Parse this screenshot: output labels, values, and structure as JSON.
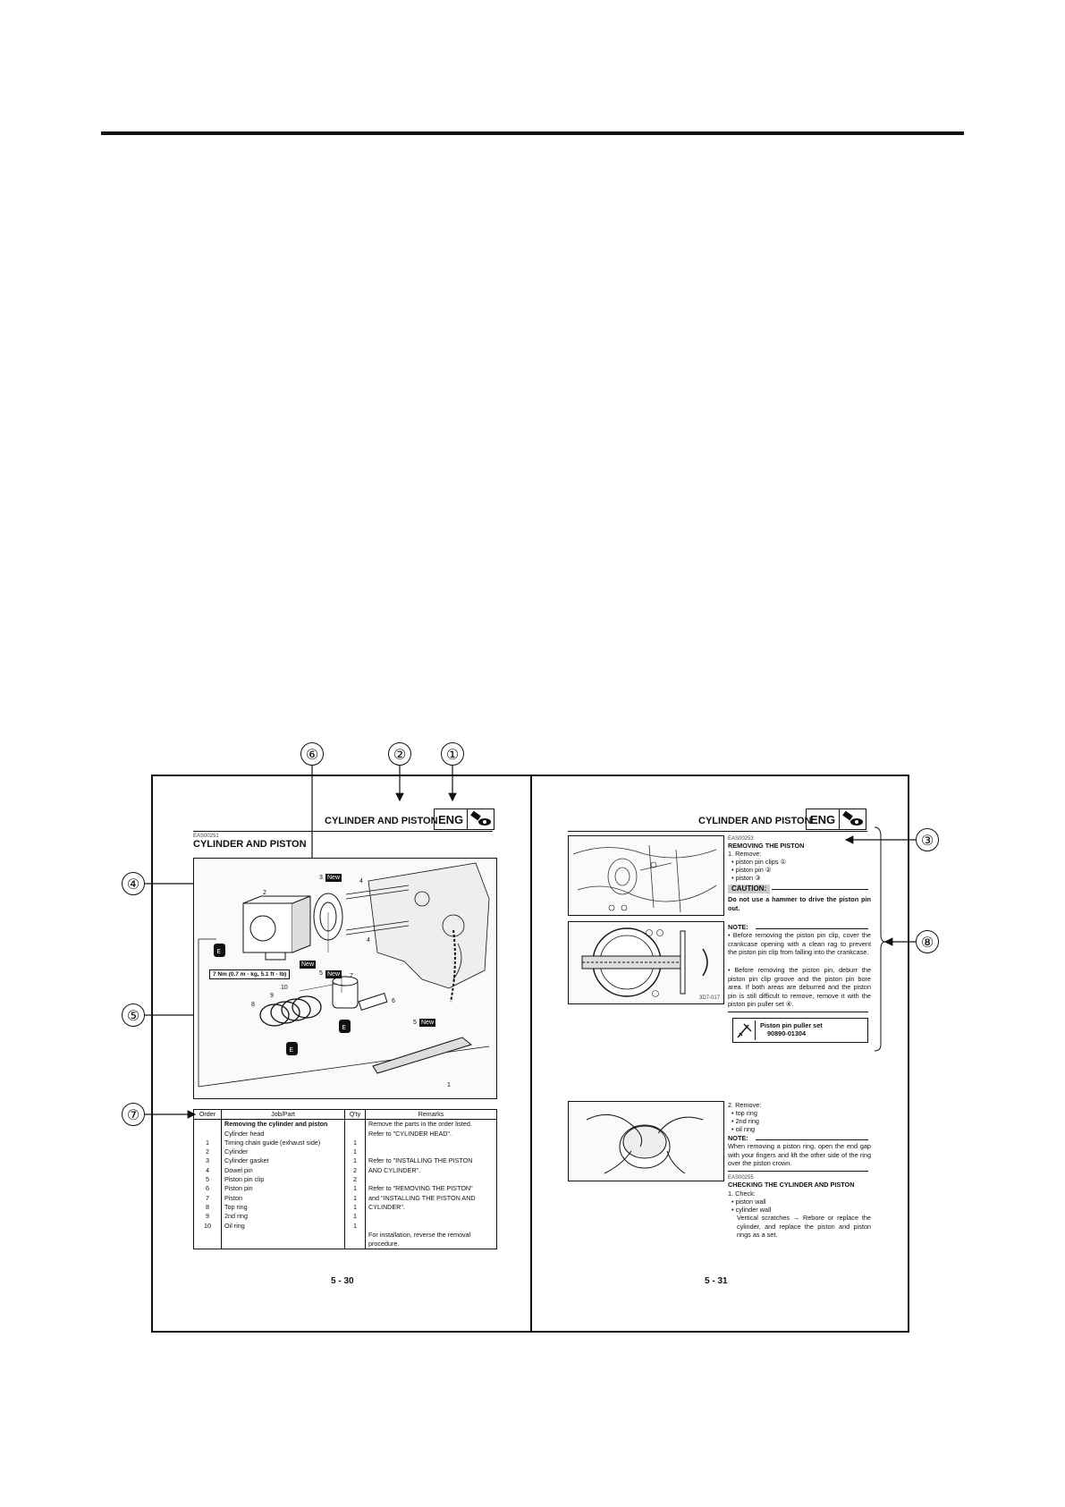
{
  "callouts": {
    "c1": "①",
    "c2": "②",
    "c3": "③",
    "c4": "④",
    "c5": "⑤",
    "c6": "⑥",
    "c7": "⑦",
    "c8": "⑧"
  },
  "left_page": {
    "header_title": "CYLINDER AND PISTON",
    "eng_label": "ENG",
    "code": "EAS00251",
    "section_title": "CYLINDER AND PISTON",
    "diagram": {
      "part_labels": [
        "1",
        "2",
        "3",
        "4",
        "4",
        "5",
        "5",
        "6",
        "7",
        "8",
        "9",
        "10"
      ],
      "new_tag": "New",
      "torque_spec": "7 Nm (0.7 m - kg, 5.1 ft - lb)",
      "oil_mark": "E"
    },
    "table": {
      "headers": [
        "Order",
        "Job/Part",
        "Q'ty",
        "Remarks"
      ],
      "rows": [
        {
          "order": "",
          "job": "Removing the cylinder and piston",
          "qty": "",
          "remarks": "Remove the parts in the order listed.",
          "bold": true
        },
        {
          "order": "",
          "job": "Cylinder head",
          "qty": "",
          "remarks": "Refer to \"CYLINDER HEAD\"."
        },
        {
          "order": "1",
          "job": "Timing chain guide (exhaust side)",
          "qty": "1",
          "remarks": ""
        },
        {
          "order": "2",
          "job": "Cylinder",
          "qty": "1",
          "remarks": ""
        },
        {
          "order": "3",
          "job": "Cylinder gasket",
          "qty": "1",
          "remarks": "Refer to \"INSTALLING THE PISTON"
        },
        {
          "order": "4",
          "job": "Dowel pin",
          "qty": "2",
          "remarks": "AND CYLINDER\"."
        },
        {
          "order": "5",
          "job": "Piston pin clip",
          "qty": "2",
          "remarks": ""
        },
        {
          "order": "6",
          "job": "Piston pin",
          "qty": "1",
          "remarks": "Refer to \"REMOVING THE PISTON\""
        },
        {
          "order": "7",
          "job": "Piston",
          "qty": "1",
          "remarks": "and \"INSTALLING THE PISTON AND"
        },
        {
          "order": "8",
          "job": "Top ring",
          "qty": "1",
          "remarks": "CYLINDER\"."
        },
        {
          "order": "9",
          "job": "2nd ring",
          "qty": "1",
          "remarks": ""
        },
        {
          "order": "10",
          "job": "Oil ring",
          "qty": "1",
          "remarks": ""
        },
        {
          "order": "",
          "job": "",
          "qty": "",
          "remarks": "For installation, reverse the removal"
        },
        {
          "order": "",
          "job": "",
          "qty": "",
          "remarks": "procedure."
        }
      ]
    },
    "page_number": "5 - 30"
  },
  "right_page": {
    "header_title": "CYLINDER AND PISTON",
    "eng_label": "ENG",
    "removing": {
      "code": "EAS00253",
      "title": "REMOVING THE PISTON",
      "step": "1. Remove:",
      "items": [
        "• piston pin clips ①",
        "• piston pin ②",
        "• piston ③"
      ],
      "caution_label": "CAUTION:",
      "caution_text": "Do not use a hammer to drive the piston pin out.",
      "note_label": "NOTE:",
      "note_items": [
        "• Before removing the piston pin clip, cover the crankcase opening with a clean rag to prevent the piston pin clip from falling into the crankcase.",
        "• Before removing the piston pin, deburr the piston pin clip groove and the piston pin bore area. If both areas are deburred and the piston pin is still difficult to remove, remove it with the piston pin puller set ④."
      ],
      "tool_name": "Piston pin puller set",
      "tool_number": "90890-01304"
    },
    "rings": {
      "step": "2. Remove:",
      "items": [
        "• top ring",
        "• 2nd ring",
        "• oil ring"
      ],
      "note_label": "NOTE:",
      "note_text": "When removing a piston ring, open the end gap with your fingers and lift the other side of the ring over the piston crown."
    },
    "checking": {
      "code": "EAS00255",
      "title": "CHECKING THE CYLINDER AND PISTON",
      "step": "1. Check:",
      "items": [
        "• piston wall",
        "• cylinder wall"
      ],
      "detail": "Vertical scratches → Rebore or replace the cylinder, and replace the piston and piston rings as a set."
    },
    "fig2_code": "3D7-017",
    "page_number": "5 - 31"
  }
}
